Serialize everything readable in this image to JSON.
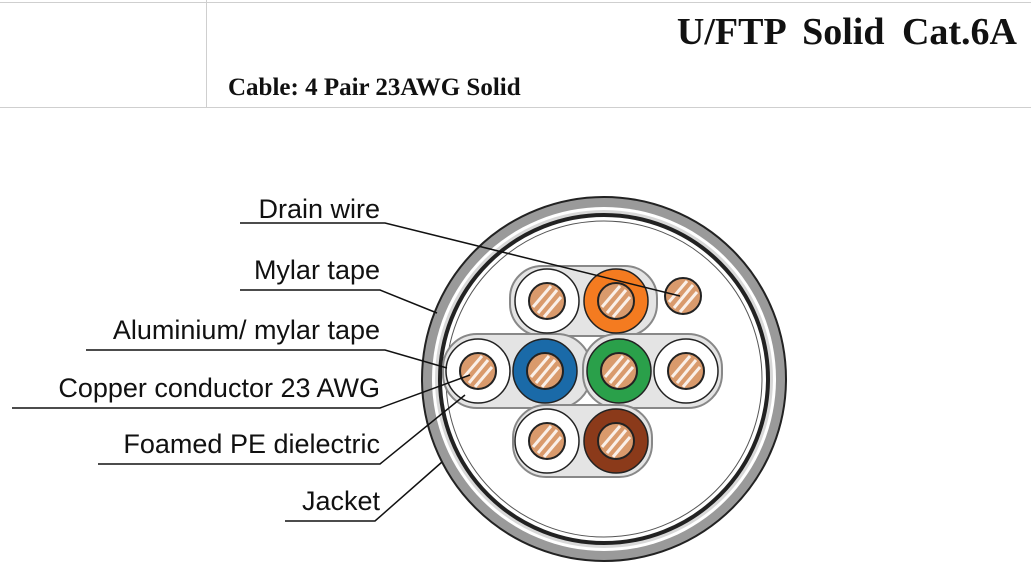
{
  "header": {
    "title": "U/FTP  Solid  Cat.6A",
    "subtitle": "Cable: 4 Pair 23AWG Solid"
  },
  "diagram": {
    "labels": {
      "drain_wire": "Drain wire",
      "mylar_tape": "Mylar tape",
      "aluminium_mylar_tape": "Aluminium/ mylar tape",
      "copper_conductor": "Copper conductor 23 AWG",
      "foamed_pe_dielectric": "Foamed PE dielectric",
      "jacket": "Jacket"
    },
    "colors": {
      "jacket": "#9a9a9a",
      "copper": "#d99a6c",
      "orange": "#f47b20",
      "blue": "#1a6aa8",
      "green": "#2aa04a",
      "brown": "#8b3a1a",
      "white_insulation": "#ffffff"
    }
  }
}
